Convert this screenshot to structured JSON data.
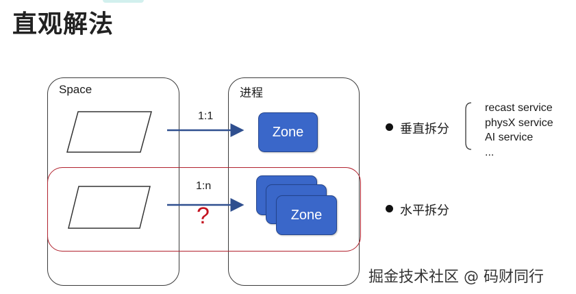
{
  "title": "直观解法",
  "space_box": {
    "label": "Space"
  },
  "process_box": {
    "label": "进程"
  },
  "rows": [
    {
      "ratio": "1:1",
      "zone_label": "Zone"
    },
    {
      "ratio": "1:n",
      "question": "?",
      "zone_label": "Zone"
    }
  ],
  "bullets": [
    {
      "text": "垂直拆分"
    },
    {
      "text": "水平拆分"
    }
  ],
  "services": [
    "recast service",
    "physX service",
    "AI service",
    "..."
  ],
  "watermark": "掘金技术社区 @ 码财同行",
  "colors": {
    "zone_fill": "#3a67c9",
    "arrow": "#2f4f8f",
    "highlight_border": "#b0202c",
    "question_mark": "#c4121f"
  }
}
